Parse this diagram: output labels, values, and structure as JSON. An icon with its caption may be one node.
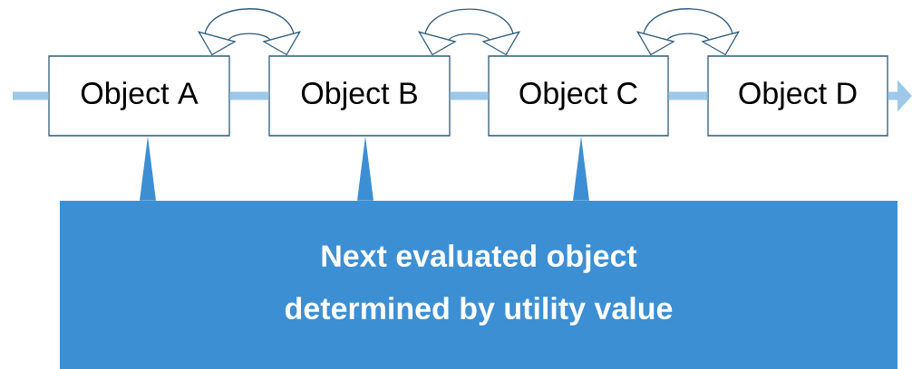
{
  "diagram": {
    "nodes": [
      {
        "text": [
          "Object A"
        ]
      },
      {
        "text": [
          "Object B"
        ]
      },
      {
        "text": [
          "Object C"
        ]
      },
      {
        "text": [
          "Object D"
        ]
      },
      {
        "text": [
          "Next evaluated object determined by utility value"
        ]
      }
    ],
    "edges": [
      {
        "from": null,
        "to": 0,
        "arrow": "none",
        "color": "#9dc8ea"
      },
      {
        "from": 0,
        "to": 1,
        "arrow": "none",
        "color": "#9dc8ea"
      },
      {
        "from": 1,
        "to": 2,
        "arrow": "none",
        "color": "#9dc8ea"
      },
      {
        "from": 2,
        "to": 3,
        "arrow": "none",
        "color": "#9dc8ea"
      },
      {
        "from": 3,
        "to": null,
        "arrow": "to",
        "color": "#9dc8ea"
      },
      {
        "from": 0,
        "to": 1,
        "arrow": "both",
        "style": "thick",
        "color": "#2e5a7a"
      },
      {
        "from": 1,
        "to": 2,
        "arrow": "both",
        "style": "thick",
        "color": "#2e5a7a"
      },
      {
        "from": 2,
        "to": 3,
        "arrow": "both",
        "style": "thick",
        "color": "#2e5a7a"
      },
      {
        "from": 4,
        "to": 0,
        "arrow": "none",
        "color": "#3d8fd4"
      },
      {
        "from": 4,
        "to": 1,
        "arrow": "none",
        "color": "#3d8fd4"
      },
      {
        "from": 4,
        "to": 2,
        "arrow": "none",
        "color": "#3d8fd4"
      }
    ]
  }
}
